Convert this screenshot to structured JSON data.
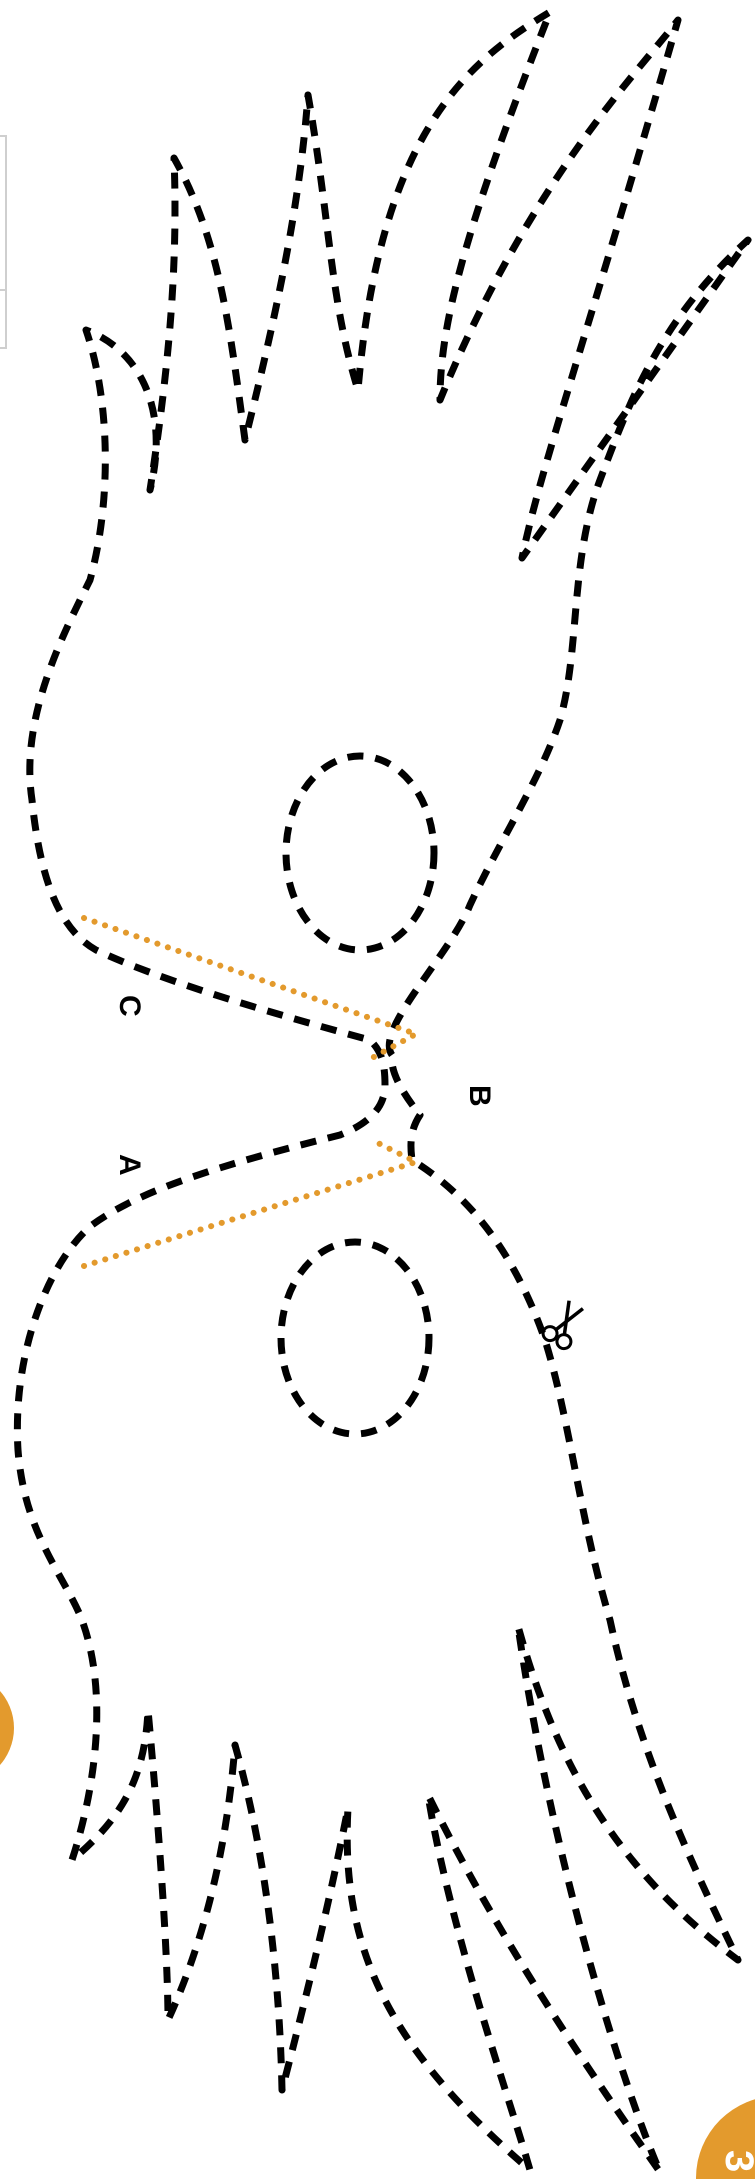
{
  "labels": {
    "point_a": "A",
    "point_b": "B",
    "point_c": "C"
  },
  "badge": {
    "number": "3"
  },
  "icons": {
    "scissors": "scissors-icon"
  },
  "colors": {
    "cut_line": "#000000",
    "fold_line": "#e39a2d",
    "badge": "#e39a2d",
    "tab": "#efefef"
  }
}
